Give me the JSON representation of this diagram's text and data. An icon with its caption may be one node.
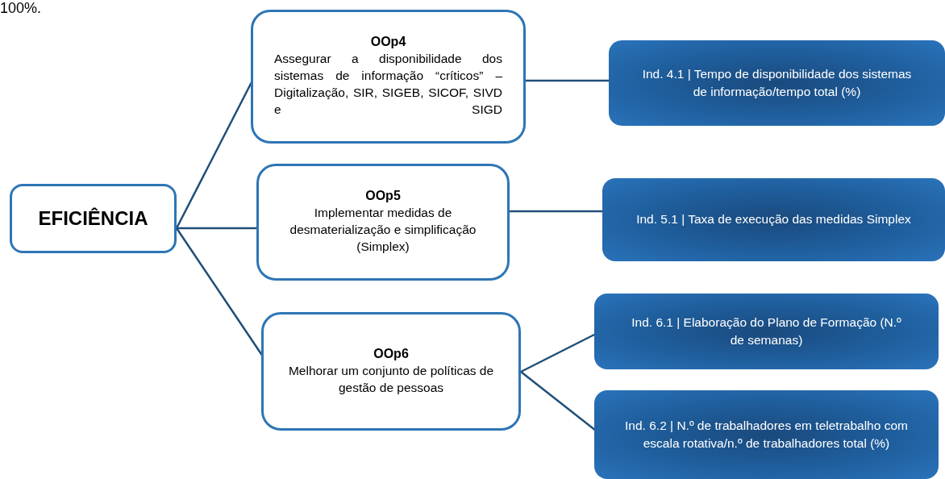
{
  "diagram": {
    "nodes": [
      {
        "text": [
          "EFICIÊNCIA"
        ]
      },
      {
        "text": [
          "OOp4",
          "Assegurar a disponibilidade dos sistemas de informação “críticos” – Digitalização, SIR, SIGEB, SICOF, SIVD e SIGD"
        ]
      },
      {
        "text": [
          "OOp5",
          "Implementar medidas de desmaterialização e simplificação (Simplex)"
        ]
      },
      {
        "text": [
          "OOp6",
          "Melhorar um conjunto de políticas de gestão de pessoas"
        ]
      },
      {
        "text": [
          "Ind. 4.1 | Tempo de disponibilidade dos sistemas de informação/tempo total (%)"
        ]
      },
      {
        "text": [
          "Ind. 5.1 | Taxa de execução das medidas Simplex"
        ]
      },
      {
        "text": [
          "Ind. 6.1 | Elaboração do Plano de Formação (N.º de semanas)"
        ]
      },
      {
        "text": [
          "Ind. 6.2 | N.º de trabalhadores em teletrabalho com escala rotativa/n.º de trabalhadores total (%)"
        ]
      }
    ],
    "edges": [
      {
        "from": 0,
        "to": 1,
        "arrow": "none"
      },
      {
        "from": 0,
        "to": 2,
        "arrow": "none"
      },
      {
        "from": 0,
        "to": 3,
        "arrow": "none"
      },
      {
        "from": 1,
        "to": 4,
        "arrow": "none"
      },
      {
        "from": 2,
        "to": 5,
        "arrow": "none"
      },
      {
        "from": 3,
        "to": 6,
        "arrow": "none"
      },
      {
        "from": 3,
        "to": 7,
        "arrow": "none"
      }
    ],
    "labels": [
      "100%."
    ]
  }
}
